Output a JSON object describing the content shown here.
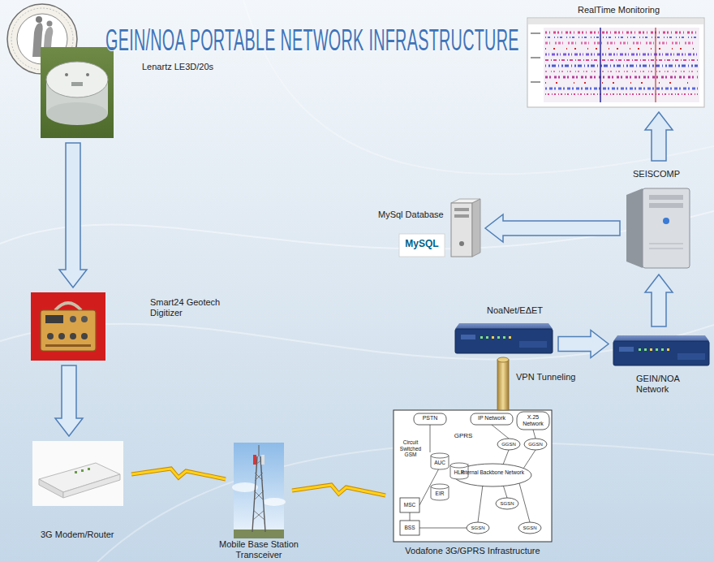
{
  "diagram": {
    "title": "GEIN/NOA PORTABLE NETWORK INFRASTRUCTURE",
    "nodes": [
      {
        "text": [
          "Lenartz LE3D/20s"
        ]
      },
      {
        "text": [
          "Smart24 Geotech Digitizer"
        ]
      },
      {
        "text": [
          "3G Modem/Router"
        ]
      },
      {
        "text": [
          "Mobile Base Station Transceiver"
        ]
      },
      {
        "text": [
          "Vodafone 3G/GPRS Infrastructure"
        ]
      },
      {
        "text": [
          "NoaNet/ΕΔΕΤ"
        ]
      },
      {
        "text": [
          "GEIN/NOA Network"
        ]
      },
      {
        "text": [
          "MySql Database"
        ]
      },
      {
        "text": [
          "SEISCOMP"
        ]
      },
      {
        "text": [
          "RealTime Monitoring"
        ]
      }
    ],
    "edges": [
      {
        "from": 0,
        "to": 1,
        "arrow": "to"
      },
      {
        "from": 1,
        "to": 2,
        "arrow": "to"
      },
      {
        "from": 2,
        "to": 3,
        "arrow": "none"
      },
      {
        "from": 3,
        "to": 4,
        "arrow": "none"
      },
      {
        "from": 4,
        "to": 5,
        "label": "VPN Tunneling",
        "arrow": "none"
      },
      {
        "from": 5,
        "to": 6,
        "arrow": "to"
      },
      {
        "from": 6,
        "to": 8,
        "arrow": "to"
      },
      {
        "from": 8,
        "to": 7,
        "arrow": "to"
      },
      {
        "from": 8,
        "to": 9,
        "arrow": "to"
      }
    ],
    "labels": [
      "MySQL",
      "PSTN",
      "IP Network",
      "X.25 Network",
      "GPRS",
      "Circuit Switched GSM",
      "AUC",
      "HLR",
      "EIR",
      "MSC",
      "BSS",
      "GGSN",
      "GGSN",
      "Internal Backbone Network",
      "SGSN",
      "SGSN",
      "SGSN"
    ]
  }
}
